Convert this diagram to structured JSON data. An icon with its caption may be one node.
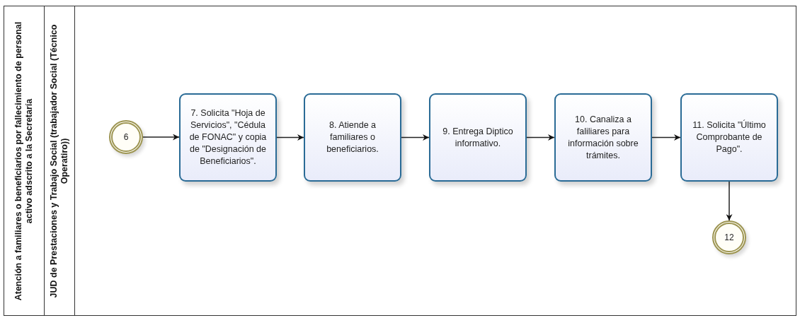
{
  "diagram": {
    "nodes": [
      {
        "text": [
          "Atención a familiares o beneficiarios por fallecimiento de personal activo adscrito a la Secretaría"
        ]
      },
      {
        "text": [
          "JUD de Prestaciones y Trabajo Social (trabajador Social (Técnico Operatiro))"
        ],
        "in": 0
      },
      {
        "text": [
          "6"
        ],
        "in": 1
      },
      {
        "text": [
          "7. Solicita \"Hoja de Servicios\", \"Cédula de FONAC\" y copia de \"Designación de Beneficiarios\"."
        ],
        "in": 1
      },
      {
        "text": [
          "8.  Atiende a familiares o beneficiarios."
        ],
        "in": 1
      },
      {
        "text": [
          "9. Entrega Diptico informativo."
        ],
        "in": 1
      },
      {
        "text": [
          "10. Canaliza a faliliares para información sobre trámites."
        ],
        "in": 1
      },
      {
        "text": [
          "11. Solicita  \"Último Comprobante de Pago\"."
        ],
        "in": 1
      },
      {
        "text": [
          "12"
        ],
        "in": 1
      }
    ],
    "edges": [
      {
        "from": 2,
        "to": 3,
        "arrow": "to"
      },
      {
        "from": 3,
        "to": 4,
        "arrow": "to"
      },
      {
        "from": 4,
        "to": 5,
        "arrow": "to"
      },
      {
        "from": 5,
        "to": 6,
        "arrow": "to"
      },
      {
        "from": 6,
        "to": 7,
        "arrow": "to"
      },
      {
        "from": 7,
        "to": 8,
        "arrow": "to"
      }
    ]
  }
}
